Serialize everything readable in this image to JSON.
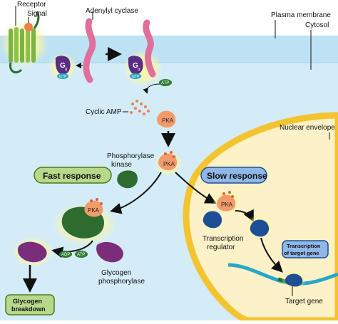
{
  "labels": {
    "receptor": "Receptor",
    "signal": "Signal",
    "adenylyl_cyclase": "Adenylyl cyclase",
    "plasma_membrane": "Plasma membrane",
    "cytosol": "Cytosol",
    "g_alpha": "G",
    "alpha": "α",
    "gtp": "GTP",
    "atp": "ATP",
    "adp": "ADP",
    "cyclic_amp": "Cyclic AMP",
    "pka": "PKA",
    "nuclear_envelope": "Nuclear envelope",
    "phosphorylase_kinase_1": "Phosphorylase",
    "phosphorylase_kinase_2": "kinase",
    "fast_response": "Fast response",
    "slow_response": "Slow response",
    "transcription_regulator_1": "Transcription",
    "transcription_regulator_2": "regulator",
    "transcription_target_1": "Transcription",
    "transcription_target_2": "of target gene",
    "glycogen_phosphorylase_1": "Glycogen",
    "glycogen_phosphorylase_2": "phosphorylase",
    "glycogen_breakdown_1": "Glycogen",
    "glycogen_breakdown_2": "breakdown",
    "target_gene": "Target gene"
  },
  "colors": {
    "cytosol": "#cfeaf8",
    "membrane": "#bfe3f5",
    "glow": "#fff4a8",
    "receptor": "#7cb342",
    "adenylyl": "#e06f9c",
    "g_protein": "#5a2d82",
    "gtp": "#2aa6c6",
    "atp_adp": "#2e7d32",
    "camp": "#f07f4e",
    "pka": "#f39a6b",
    "kinase": "#2e6b2e",
    "glycogen_phosphorylase": "#7b2d7b",
    "regulator": "#1e4f96",
    "nucleus": "#fdf1c8",
    "nuclear_envelope": "#f4c430",
    "dna": "#2aa6c6",
    "fast_box": "#b8d98a",
    "slow_box": "#8fb8e8"
  }
}
